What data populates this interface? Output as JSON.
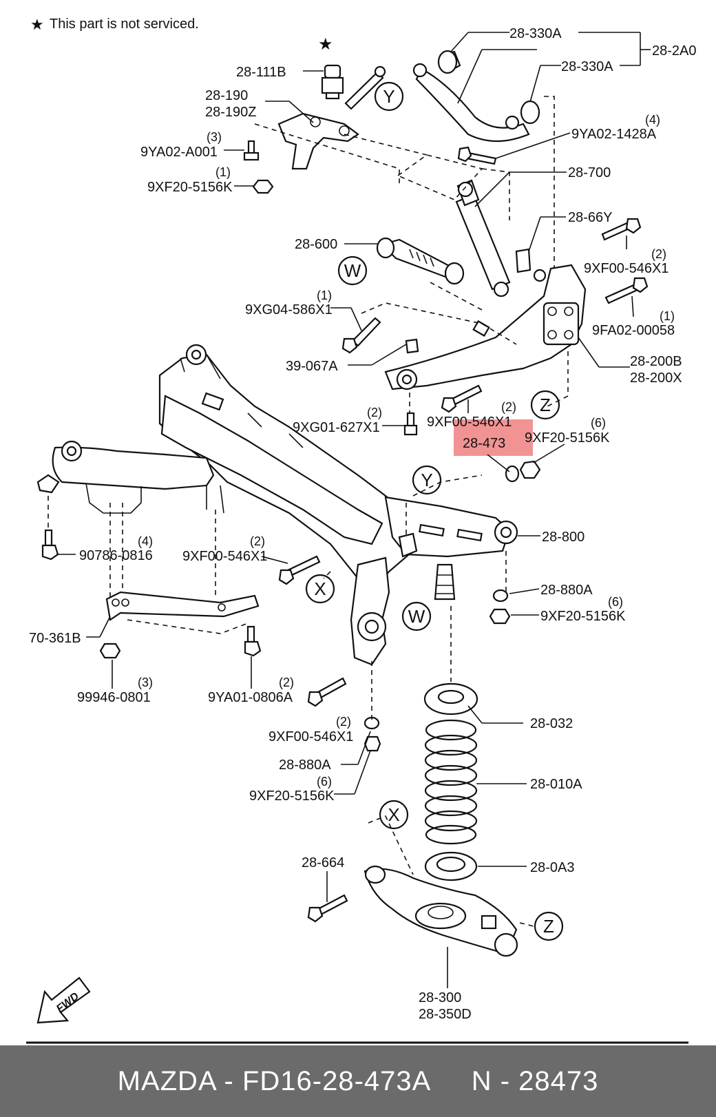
{
  "note": "This part is not serviced.",
  "note_symbol": "★",
  "highlight_color": "#f08080",
  "labels": {
    "p28_330A_top": "28-330A",
    "p28_2A0": "28-2A0",
    "p28_330A_mid": "28-330A",
    "p28_111B": "28-111B",
    "p28_190": "28-190",
    "p28_190Z": "28-190Z",
    "p9YA02_A001": "9YA02-A001",
    "q9YA02_A001": "(3)",
    "p9XF20_5156K_a": "9XF20-5156K",
    "q9XF20_5156K_a": "(1)",
    "p9YA02_1428A": "9YA02-1428A",
    "q9YA02_1428A": "(4)",
    "p28_700": "28-700",
    "p28_66Y": "28-66Y",
    "p28_600": "28-600",
    "p9XF00_546X1_a": "9XF00-546X1",
    "q9XF00_546X1_a": "(2)",
    "p9XG04_586X1": "9XG04-586X1",
    "q9XG04_586X1": "(1)",
    "p9FA02_00058": "9FA02-00058",
    "q9FA02_00058": "(1)",
    "p39_067A": "39-067A",
    "p28_200B": "28-200B",
    "p28_200X": "28-200X",
    "p9XG01_627X1": "9XG01-627X1",
    "q9XG01_627X1": "(2)",
    "p9XF00_546X1_b": "9XF00-546X1",
    "q9XF00_546X1_b": "(2)",
    "p28_473": "28-473",
    "p9XF20_5156K_b": "9XF20-5156K",
    "q9XF20_5156K_b": "(6)",
    "p28_800": "28-800",
    "p90786_0816": "90786-0816",
    "q90786_0816": "(4)",
    "p9XF00_546X1_c": "9XF00-546X1",
    "q9XF00_546X1_c": "(2)",
    "p28_880A_a": "28-880A",
    "p9XF20_5156K_c": "9XF20-5156K",
    "q9XF20_5156K_c": "(6)",
    "p70_361B": "70-361B",
    "p99946_0801": "99946-0801",
    "q99946_0801": "(3)",
    "p9YA01_0806A": "9YA01-0806A",
    "q9YA01_0806A": "(2)",
    "p9XF00_546X1_d": "9XF00-546X1",
    "q9XF00_546X1_d": "(2)",
    "p28_880A_b": "28-880A",
    "p9XF20_5156K_d": "9XF20-5156K",
    "q9XF20_5156K_d": "(6)",
    "p28_032": "28-032",
    "p28_010A": "28-010A",
    "p28_664": "28-664",
    "p28_0A3": "28-0A3",
    "p28_300": "28-300",
    "p28_350D": "28-350D"
  },
  "markers": {
    "Y_top": "Y",
    "W_mid": "W",
    "Z_mid": "Z",
    "Y_mid": "Y",
    "X_mid": "X",
    "W_low": "W",
    "X_low": "X",
    "Z_low": "Z"
  },
  "fwd_label": "FWD",
  "footer": {
    "text": "MAZDA - FD16-28-473A     N - 28473"
  }
}
